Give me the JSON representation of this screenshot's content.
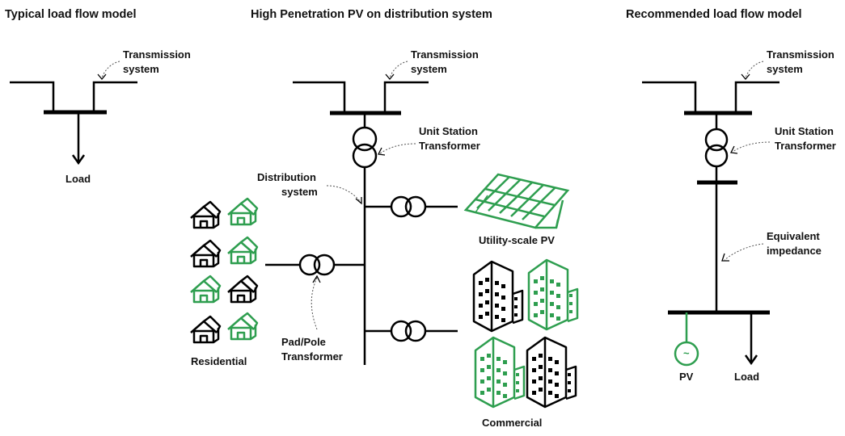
{
  "titles": {
    "left": "Typical load flow model",
    "middle": "High Penetration PV on distribution system",
    "right": "Recommended load flow model"
  },
  "labels": {
    "transmission_line1": "Transmission",
    "transmission_line2": "system",
    "load": "Load",
    "unit_station_line1": "Unit Station",
    "unit_station_line2": "Transformer",
    "distribution_line1": "Distribution",
    "distribution_line2": "system",
    "utility_pv": "Utility-scale PV",
    "residential": "Residential",
    "pad_pole_line1": "Pad/Pole",
    "pad_pole_line2": "Transformer",
    "commercial": "Commercial",
    "equivalent_line1": "Equivalent",
    "equivalent_line2": "impedance",
    "pv": "PV",
    "generator_symbol": "~"
  },
  "colors": {
    "line": "#000000",
    "green": "#2e9e4f"
  },
  "icons": {
    "house": "house-icon",
    "building": "building-icon",
    "solar_panel": "solar-panel-icon",
    "transformer": "transformer-symbol",
    "generator": "generator-symbol"
  }
}
